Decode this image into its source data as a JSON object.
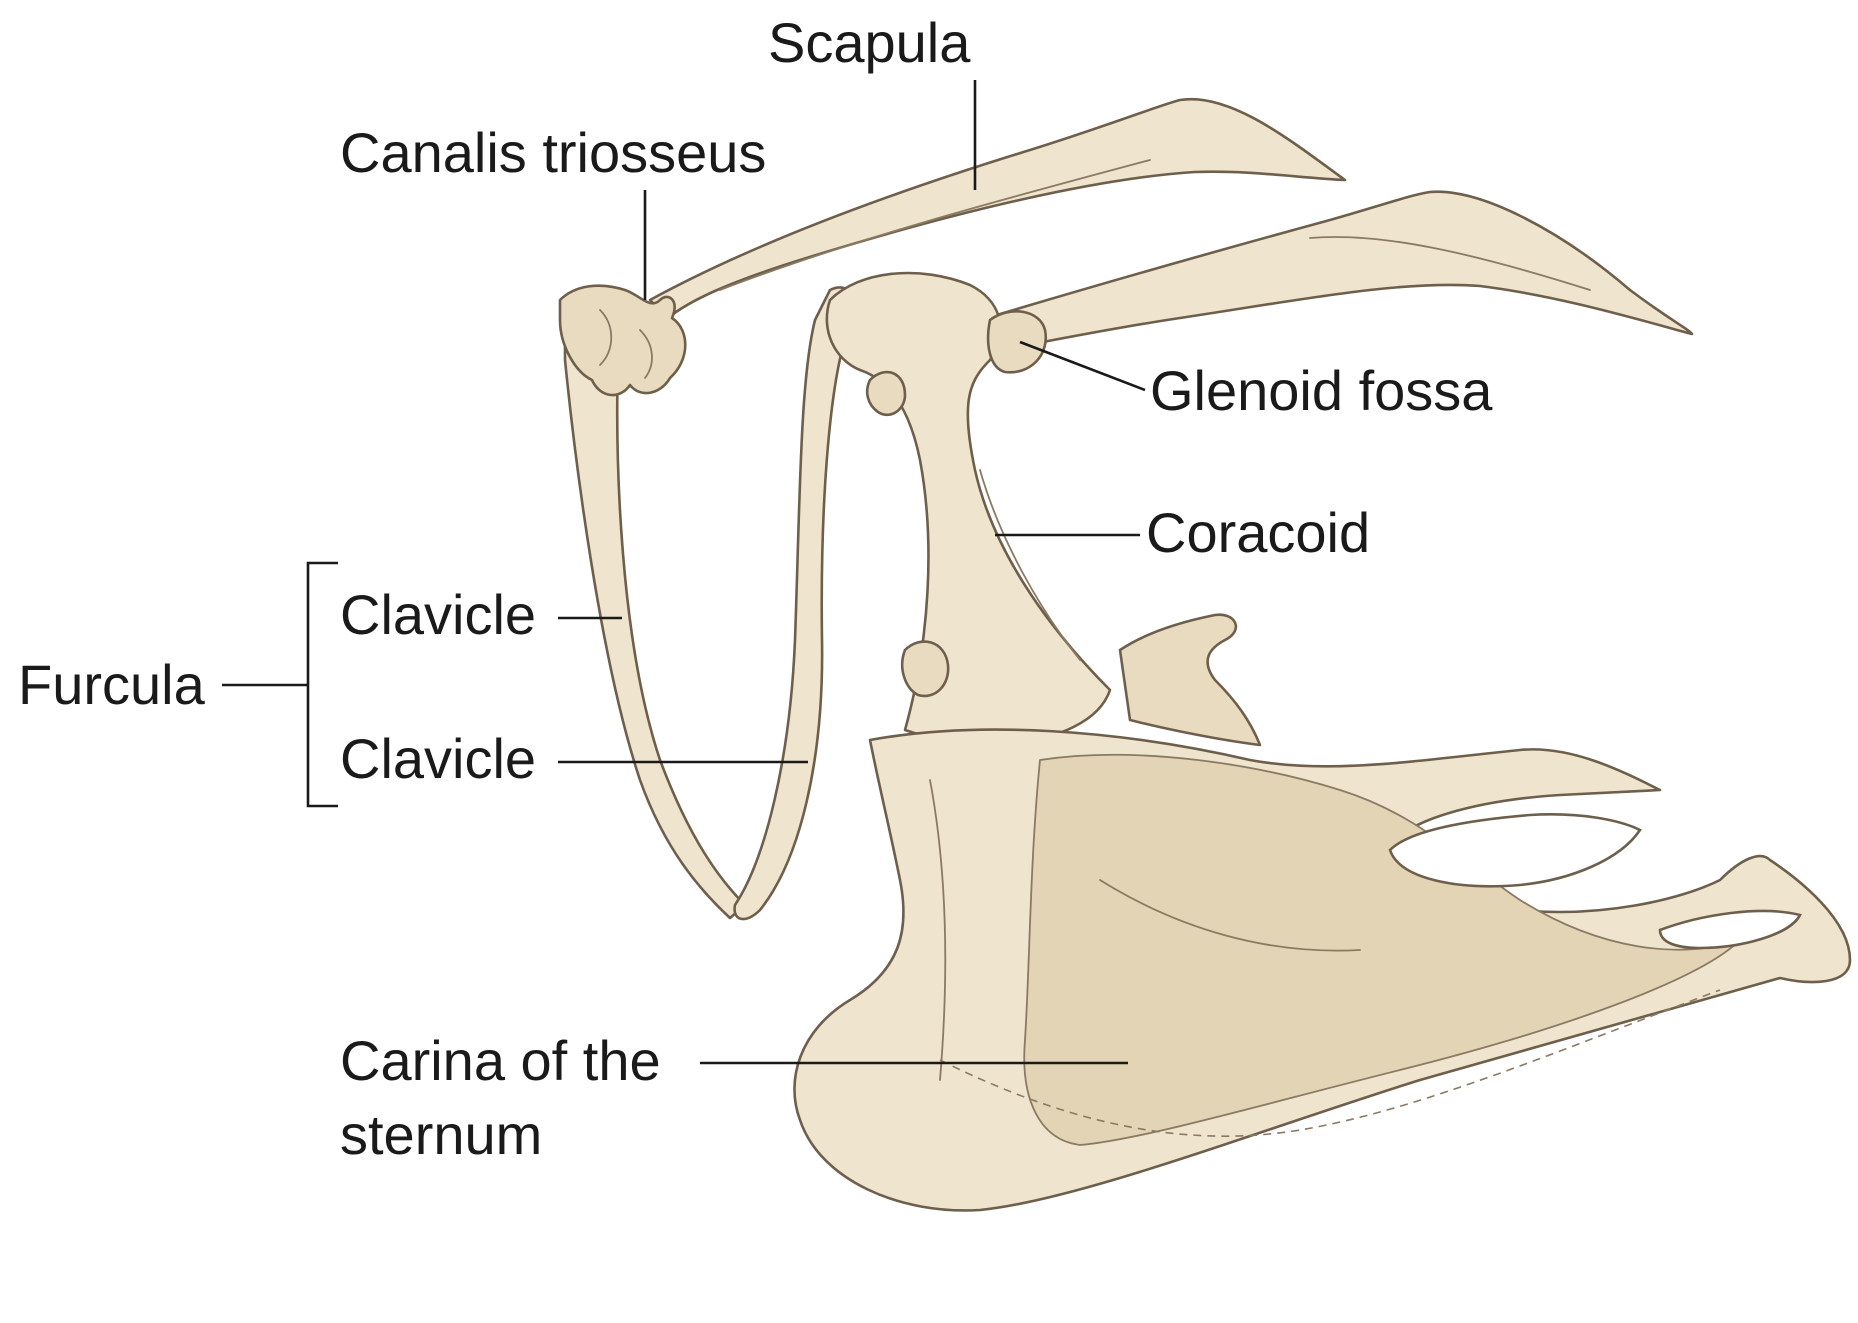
{
  "labels": {
    "scapula": "Scapula",
    "canalis_triosseus": "Canalis triosseus",
    "glenoid_fossa": "Glenoid fossa",
    "coracoid": "Coracoid",
    "clavicle_upper": "Clavicle",
    "clavicle_lower": "Clavicle",
    "furcula": "Furcula",
    "carina_line1": "Carina of the",
    "carina_line2": "sternum"
  },
  "colors": {
    "bone": "#efe4cd",
    "bone_outline": "#6e5f4d",
    "label_text": "#1a1a1a",
    "background": "#ffffff"
  }
}
